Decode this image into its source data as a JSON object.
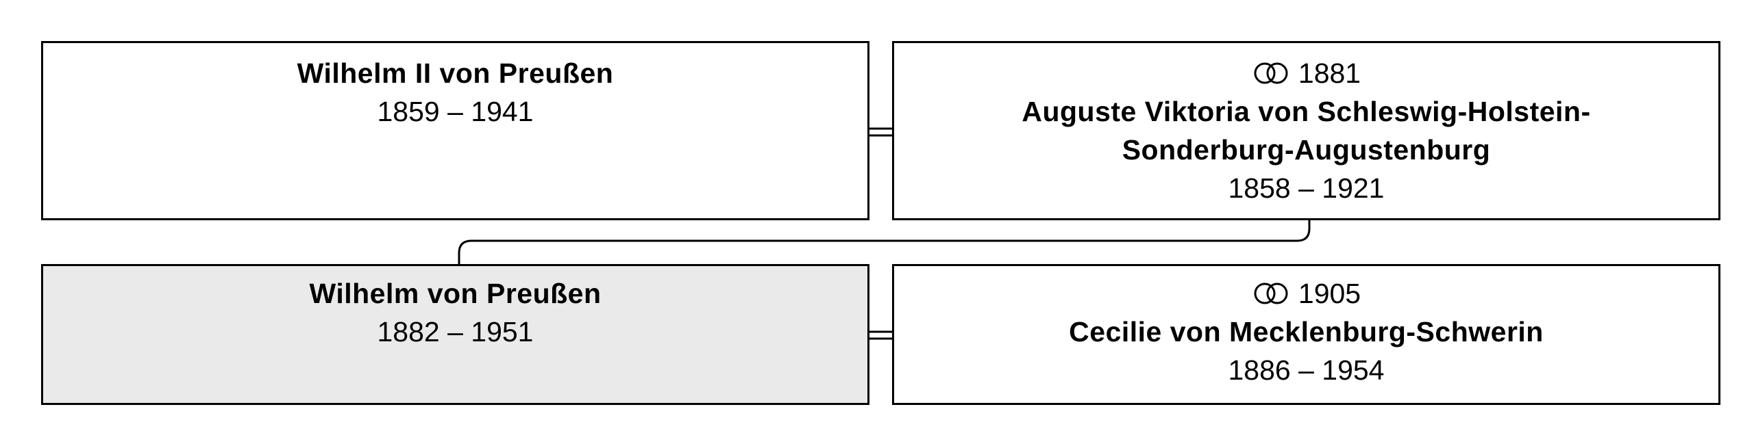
{
  "generation_1": {
    "person": {
      "name": "Wilhelm II von Preußen",
      "dates": "1859 – 1941"
    },
    "spouse": {
      "marriage_icon": "rings-icon",
      "marriage_year": "1881",
      "name_line_1": "Auguste Viktoria von Schleswig-Holstein-",
      "name_line_2": "Sonderburg-Augustenburg",
      "dates": "1858 – 1921"
    }
  },
  "generation_2": {
    "person": {
      "name": "Wilhelm von Preußen",
      "dates": "1882 – 1951",
      "highlight_color": "#eaeaea"
    },
    "spouse": {
      "marriage_icon": "rings-icon",
      "marriage_year": "1905",
      "name": "Cecilie von Mecklenburg-Schwerin",
      "dates": "1886 – 1954"
    }
  }
}
